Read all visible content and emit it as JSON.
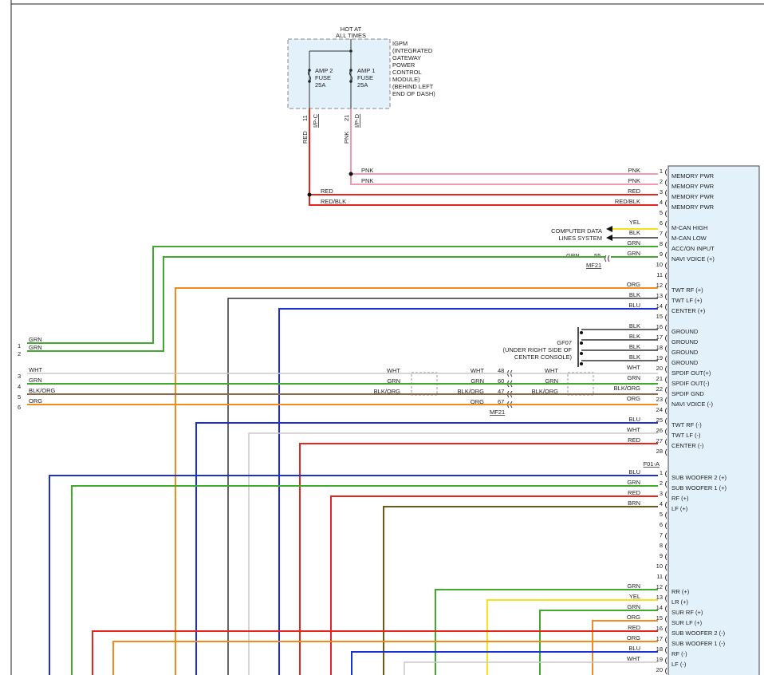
{
  "fuse_box": {
    "title_lines": [
      "HOT AT",
      "ALL TIMES"
    ],
    "module_lines": [
      "IGPM",
      "(INTEGRATED",
      "GATEWAY",
      "POWER",
      "CONTROL",
      "MODULE)",
      "(BEHIND LEFT",
      "END OF DASH)"
    ],
    "fuses": [
      {
        "lines": [
          "AMP 2",
          "FUSE",
          "25A"
        ]
      },
      {
        "lines": [
          "AMP 1",
          "FUSE",
          "25A"
        ]
      }
    ],
    "pins": [
      {
        "pin": "11",
        "conn": "I/P-C",
        "wire": "RED"
      },
      {
        "pin": "21",
        "conn": "I/P-D",
        "wire": "PNK"
      }
    ]
  },
  "colors": {
    "RED": "#e8251c",
    "PNK": "#f29aac",
    "GRN": "#3faa2e",
    "ORG": "#f28a1c",
    "BLK": "#333333",
    "BLU": "#1a2fd6",
    "WHT": "#c8c8c8",
    "YEL": "#f4e21e",
    "BRN": "#6b5a1e",
    "BLKORG": "#8a6a4a",
    "panel": "#e3f1fb"
  },
  "radio": {
    "connector_a": [
      {
        "pin": "1",
        "wire": "PNK",
        "func": "MEMORY PWR"
      },
      {
        "pin": "2",
        "wire": "PNK",
        "func": "MEMORY PWR"
      },
      {
        "pin": "3",
        "wire": "RED",
        "func": "MEMORY PWR"
      },
      {
        "pin": "4",
        "wire": "RED/BLK",
        "func": "MEMORY PWR"
      },
      {
        "pin": "5",
        "wire": "",
        "func": ""
      },
      {
        "pin": "6",
        "wire": "YEL",
        "func": "M-CAN HIGH"
      },
      {
        "pin": "7",
        "wire": "BLK",
        "func": "M-CAN LOW"
      },
      {
        "pin": "8",
        "wire": "GRN",
        "func": "ACC/ON INPUT"
      },
      {
        "pin": "9",
        "wire": "GRN",
        "func": "NAVI VOICE (+)"
      },
      {
        "pin": "10",
        "wire": "",
        "func": ""
      },
      {
        "pin": "11",
        "wire": "",
        "func": ""
      },
      {
        "pin": "12",
        "wire": "ORG",
        "func": "TWT RF (+)"
      },
      {
        "pin": "13",
        "wire": "BLK",
        "func": "TWT LF (+)"
      },
      {
        "pin": "14",
        "wire": "BLU",
        "func": "CENTER (+)"
      },
      {
        "pin": "15",
        "wire": "",
        "func": ""
      },
      {
        "pin": "16",
        "wire": "BLK",
        "func": "GROUND"
      },
      {
        "pin": "17",
        "wire": "BLK",
        "func": "GROUND"
      },
      {
        "pin": "18",
        "wire": "BLK",
        "func": "GROUND"
      },
      {
        "pin": "19",
        "wire": "BLK",
        "func": "GROUND"
      },
      {
        "pin": "20",
        "wire": "WHT",
        "func": "SPDIF OUT(+)"
      },
      {
        "pin": "21",
        "wire": "GRN",
        "func": "SPDIF OUT(-)"
      },
      {
        "pin": "22",
        "wire": "BLK/ORG",
        "func": "SPDIF GND"
      },
      {
        "pin": "23",
        "wire": "ORG",
        "func": "NAVI VOICE (-)"
      },
      {
        "pin": "24",
        "wire": "",
        "func": ""
      },
      {
        "pin": "25",
        "wire": "BLU",
        "func": "TWT RF (-)"
      },
      {
        "pin": "26",
        "wire": "WHT",
        "func": "TWT LF (-)"
      },
      {
        "pin": "27",
        "wire": "RED",
        "func": "CENTER (-)"
      },
      {
        "pin": "28",
        "wire": "",
        "func": ""
      }
    ],
    "connector_b_name": "F01-A",
    "connector_b": [
      {
        "pin": "1",
        "wire": "BLU",
        "func": "SUB WOOFER 2 (+)"
      },
      {
        "pin": "2",
        "wire": "GRN",
        "func": "SUB WOOFER 1 (+)"
      },
      {
        "pin": "3",
        "wire": "RED",
        "func": "RF (+)"
      },
      {
        "pin": "4",
        "wire": "BRN",
        "func": "LF (+)"
      },
      {
        "pin": "5",
        "wire": "",
        "func": ""
      },
      {
        "pin": "6",
        "wire": "",
        "func": ""
      },
      {
        "pin": "7",
        "wire": "",
        "func": ""
      },
      {
        "pin": "8",
        "wire": "",
        "func": ""
      },
      {
        "pin": "9",
        "wire": "",
        "func": ""
      },
      {
        "pin": "10",
        "wire": "",
        "func": ""
      },
      {
        "pin": "11",
        "wire": "",
        "func": ""
      },
      {
        "pin": "12",
        "wire": "GRN",
        "func": "RR (+)"
      },
      {
        "pin": "13",
        "wire": "YEL",
        "func": "LR (+)"
      },
      {
        "pin": "14",
        "wire": "GRN",
        "func": "SUR RF (+)"
      },
      {
        "pin": "15",
        "wire": "ORG",
        "func": "SUR LF (+)"
      },
      {
        "pin": "16",
        "wire": "RED",
        "func": "SUB WOOFER 2 (-)"
      },
      {
        "pin": "17",
        "wire": "ORG",
        "func": "SUB WOOFER 1 (-)"
      },
      {
        "pin": "18",
        "wire": "BLU",
        "func": "RF (-)"
      },
      {
        "pin": "19",
        "wire": "WHT",
        "func": "LF (-)"
      },
      {
        "pin": "20",
        "wire": "",
        "func": ""
      }
    ]
  },
  "memory_labels": [
    "PNK",
    "PNK",
    "RED",
    "RED/BLK"
  ],
  "computer_data": [
    "COMPUTER DATA",
    "LINES SYSTEM"
  ],
  "mf21_navi": {
    "wire": "GRN",
    "pin": "55",
    "conn": "MF21"
  },
  "mf21_spdif": {
    "conn": "MF21",
    "rows": [
      {
        "pin": "48",
        "wire_left": "WHT",
        "wire_mid": "WHT",
        "wire_right": "WHT"
      },
      {
        "pin": "60",
        "wire_left": "GRN",
        "wire_mid": "GRN",
        "wire_right": "GRN"
      },
      {
        "pin": "47",
        "wire_left": "BLK/ORG",
        "wire_mid": "BLK/ORG",
        "wire_right": "BLK/ORG"
      },
      {
        "pin": "67",
        "wire_left": "",
        "wire_mid": "ORG",
        "wire_right": ""
      }
    ]
  },
  "ground": {
    "name": "GF07",
    "lines": [
      "(UNDER RIGHT SIDE OF",
      "CENTER CONSOLE)"
    ]
  },
  "left_connector": [
    {
      "pin": "1",
      "wire": "GRN"
    },
    {
      "pin": "2",
      "wire": "GRN"
    },
    {
      "pin": "3",
      "wire": "WHT"
    },
    {
      "pin": "4",
      "wire": "GRN"
    },
    {
      "pin": "5",
      "wire": "BLK/ORG"
    },
    {
      "pin": "6",
      "wire": "ORG"
    }
  ]
}
